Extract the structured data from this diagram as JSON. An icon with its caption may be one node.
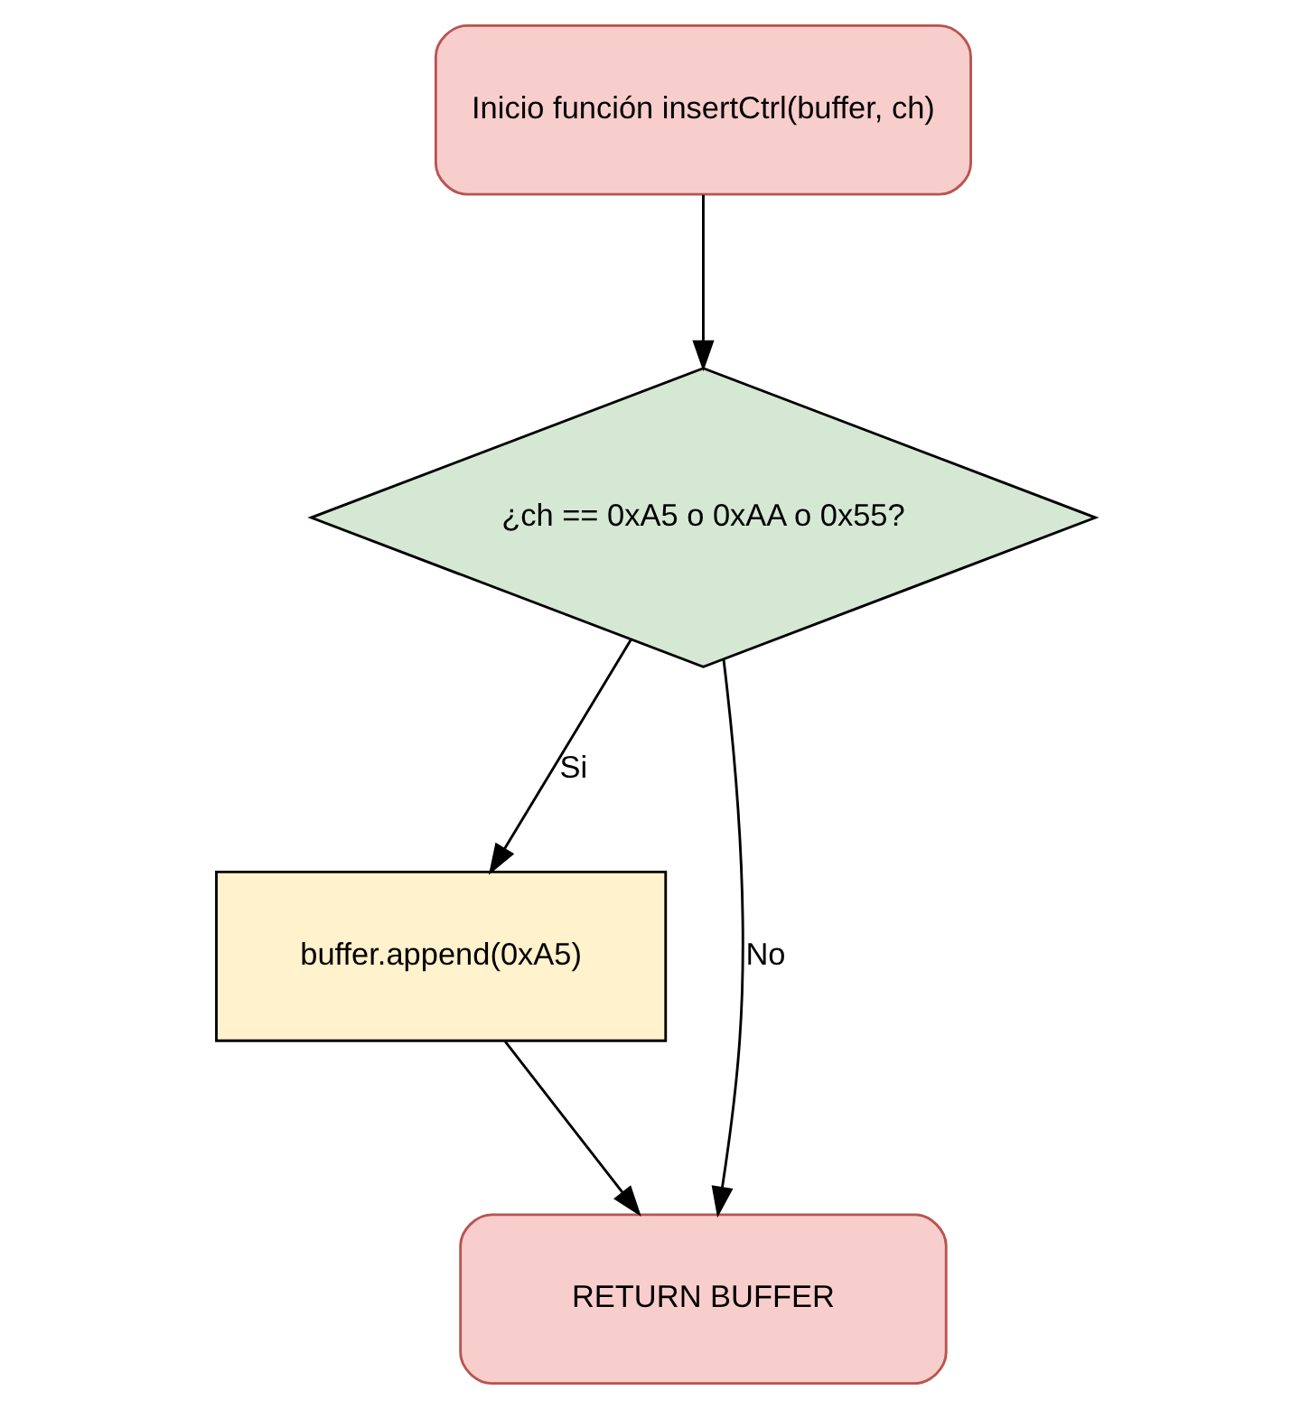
{
  "diagram": {
    "nodes": [
      {
        "text": [
          "Inicio función insertCtrl(buffer, ch)"
        ]
      },
      {
        "text": [
          "¿ch == 0xA5 o 0xAA o 0x55?"
        ]
      },
      {
        "text": [
          "buffer.append(0xA5)"
        ]
      },
      {
        "text": [
          "RETURN BUFFER"
        ]
      }
    ],
    "edges": [
      {
        "from": 0,
        "to": 1,
        "arrow": "to"
      },
      {
        "from": 1,
        "to": 2,
        "arrow": "to",
        "label": "Si"
      },
      {
        "from": 1,
        "to": 3,
        "arrow": "to",
        "label": "No"
      },
      {
        "from": 2,
        "to": 3,
        "arrow": "to"
      }
    ]
  }
}
